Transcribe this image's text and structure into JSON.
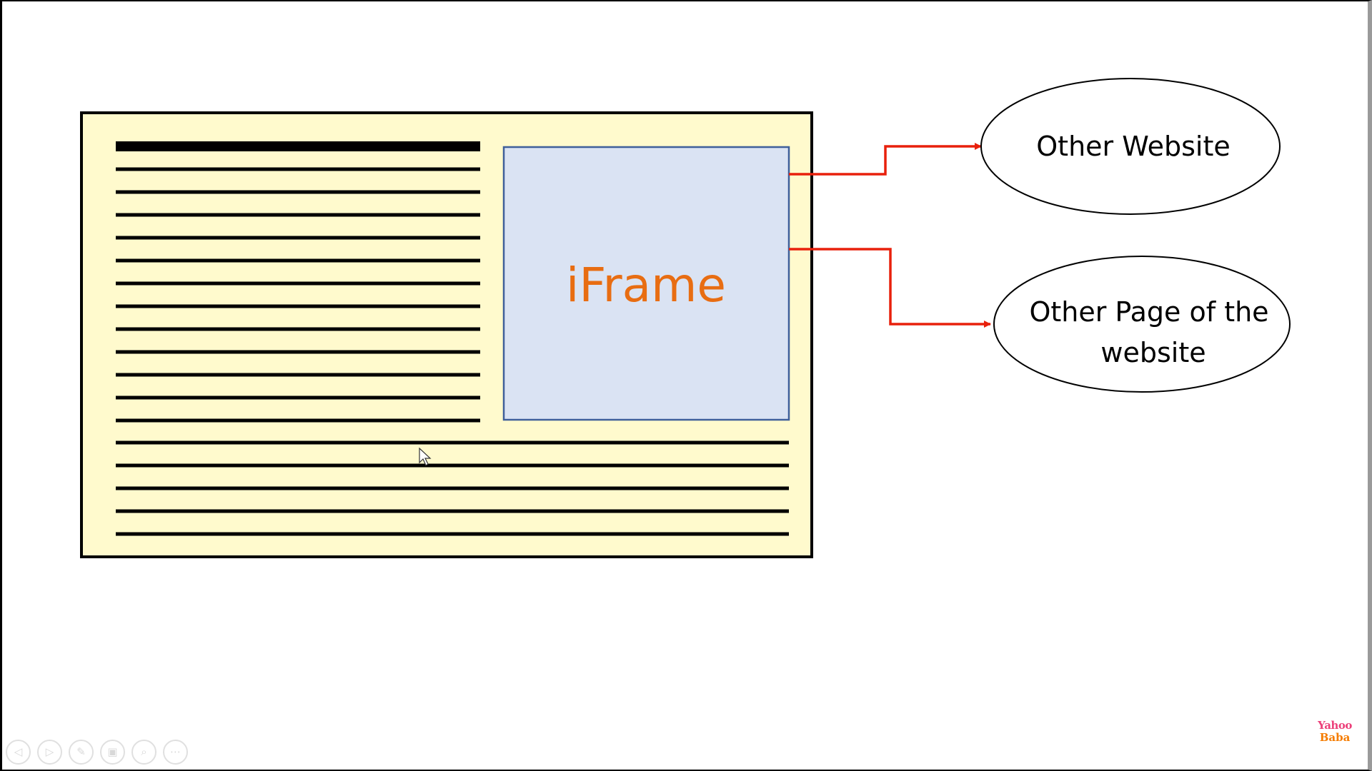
{
  "diagram": {
    "iframe_label": "iFrame",
    "targets": [
      {
        "lines": [
          "Other Website"
        ]
      },
      {
        "lines": [
          "Other Page of the",
          "website"
        ]
      }
    ]
  },
  "colors": {
    "page_fill": "#fffacd",
    "iframe_fill": "#dae3f3",
    "iframe_border": "#3f5f9a",
    "iframe_text": "#e86d12",
    "arrow": "#e8200c",
    "ink": "#000000"
  },
  "controls": [
    {
      "icon": "previous-icon",
      "glyph": "◁"
    },
    {
      "icon": "next-icon",
      "glyph": "▷"
    },
    {
      "icon": "pen-icon",
      "glyph": "✎"
    },
    {
      "icon": "slides-icon",
      "glyph": "▣"
    },
    {
      "icon": "zoom-icon",
      "glyph": "⌕"
    },
    {
      "icon": "more-icon",
      "glyph": "⋯"
    }
  ],
  "watermark": {
    "line1": "Yahoo",
    "line2": "Baba"
  }
}
